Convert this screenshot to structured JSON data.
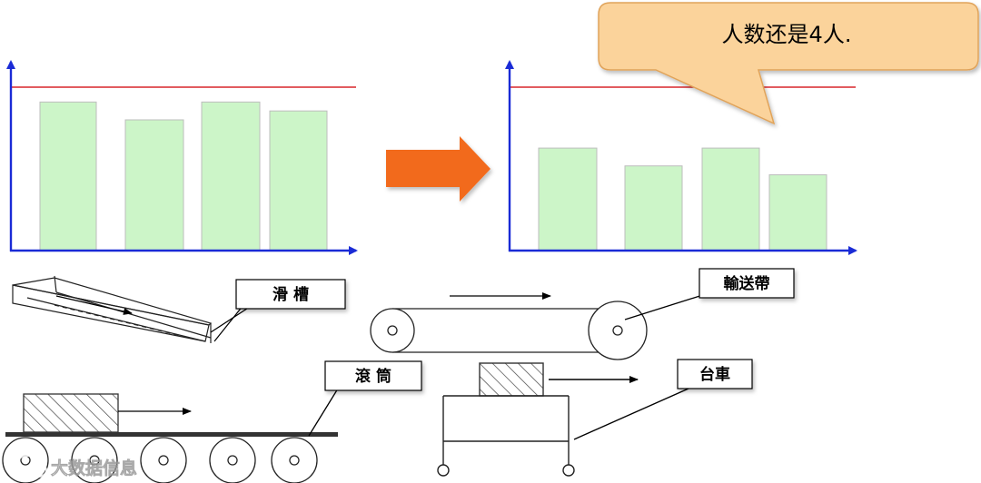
{
  "callout": {
    "text": "人数还是4人."
  },
  "colors": {
    "bar_fill": "#ccf5c8",
    "bar_stroke": "#bdbdbd",
    "axis": "#1a2bd6",
    "limit_line": "#d9262c",
    "arrow": "#f26a1b",
    "callout_fill": "#fbd39b",
    "callout_stroke": "#e0a35a"
  },
  "chart_data": [
    {
      "type": "bar",
      "categories": [
        "",
        "",
        "",
        ""
      ],
      "values": [
        100,
        88,
        100,
        94
      ],
      "limit": 110,
      "ylim": [
        0,
        120
      ],
      "title": "",
      "xlabel": "",
      "ylabel": ""
    },
    {
      "type": "bar",
      "categories": [
        "",
        "",
        "",
        ""
      ],
      "values": [
        69,
        57,
        69,
        51
      ],
      "limit": 110,
      "ylim": [
        0,
        120
      ],
      "title": "",
      "xlabel": "",
      "ylabel": ""
    }
  ],
  "labels": {
    "chute": "滑 槽",
    "conveyor": "輸送帶",
    "roller": "滾 筒",
    "cart": "台車"
  },
  "watermark": {
    "text": "大数据信息",
    "icon": "wechat-icon"
  }
}
